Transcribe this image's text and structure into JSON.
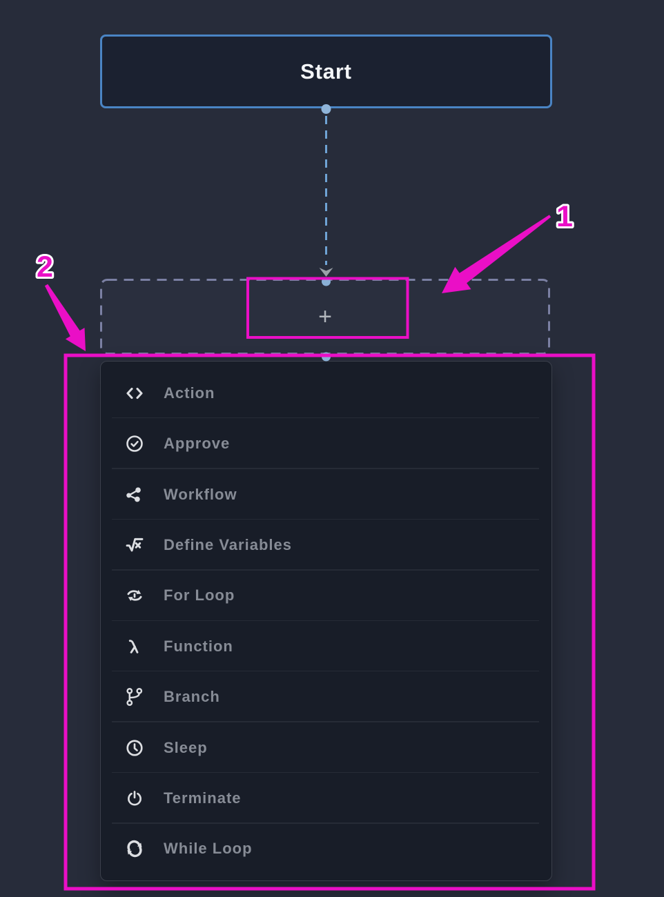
{
  "flow": {
    "start_node": {
      "label": "Start"
    },
    "add_step": {
      "plus_symbol": "+"
    }
  },
  "menu": {
    "items": [
      {
        "label": "Action",
        "icon": "code-icon"
      },
      {
        "label": "Approve",
        "icon": "check-circle-icon"
      },
      {
        "label": "Workflow",
        "icon": "share-nodes-icon"
      },
      {
        "label": "Define Variables",
        "icon": "sqrt-variable-icon"
      },
      {
        "label": "For Loop",
        "icon": "repeat-icon"
      },
      {
        "label": "Function",
        "icon": "lambda-icon"
      },
      {
        "label": "Branch",
        "icon": "git-branch-icon"
      },
      {
        "label": "Sleep",
        "icon": "clock-icon"
      },
      {
        "label": "Terminate",
        "icon": "power-icon"
      },
      {
        "label": "While Loop",
        "icon": "sync-icon"
      }
    ]
  },
  "annotations": {
    "callouts": [
      {
        "label": "1"
      },
      {
        "label": "2"
      }
    ]
  },
  "colors": {
    "annotation_magenta": "#ea0fc6",
    "start_border_blue": "#4a84c4",
    "connector_blue": "#6fa3d4",
    "drop_zone_dash": "#7b80a3",
    "background": "#272c3a",
    "menu_background": "#181d28"
  }
}
